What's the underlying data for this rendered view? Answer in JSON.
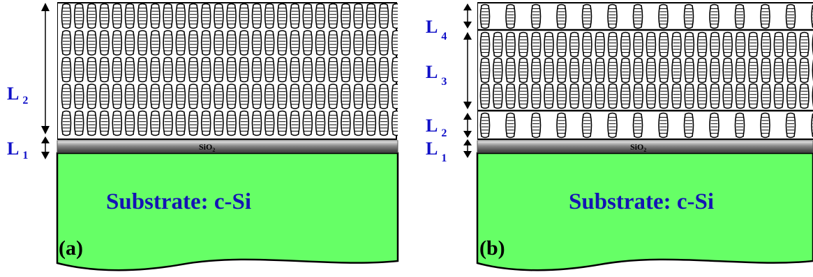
{
  "panels": [
    {
      "id": "a",
      "panel_label": "(a)",
      "substrate_label": "Substrate: c-Si",
      "oxide_label": "SiO",
      "oxide_subscript": "2",
      "layers": [
        {
          "letter": "L",
          "index": "2"
        },
        {
          "letter": "L",
          "index": "1"
        }
      ]
    },
    {
      "id": "b",
      "panel_label": "(b)",
      "substrate_label": "Substrate: c-Si",
      "oxide_label": "SiO",
      "oxide_subscript": "2",
      "layers": [
        {
          "letter": "L",
          "index": "4"
        },
        {
          "letter": "L",
          "index": "3"
        },
        {
          "letter": "L",
          "index": "2"
        },
        {
          "letter": "L",
          "index": "1"
        }
      ]
    }
  ],
  "colors": {
    "substrate": "#66ff66",
    "label_blue": "#1010c8",
    "substrate_text": "#1414b4"
  }
}
